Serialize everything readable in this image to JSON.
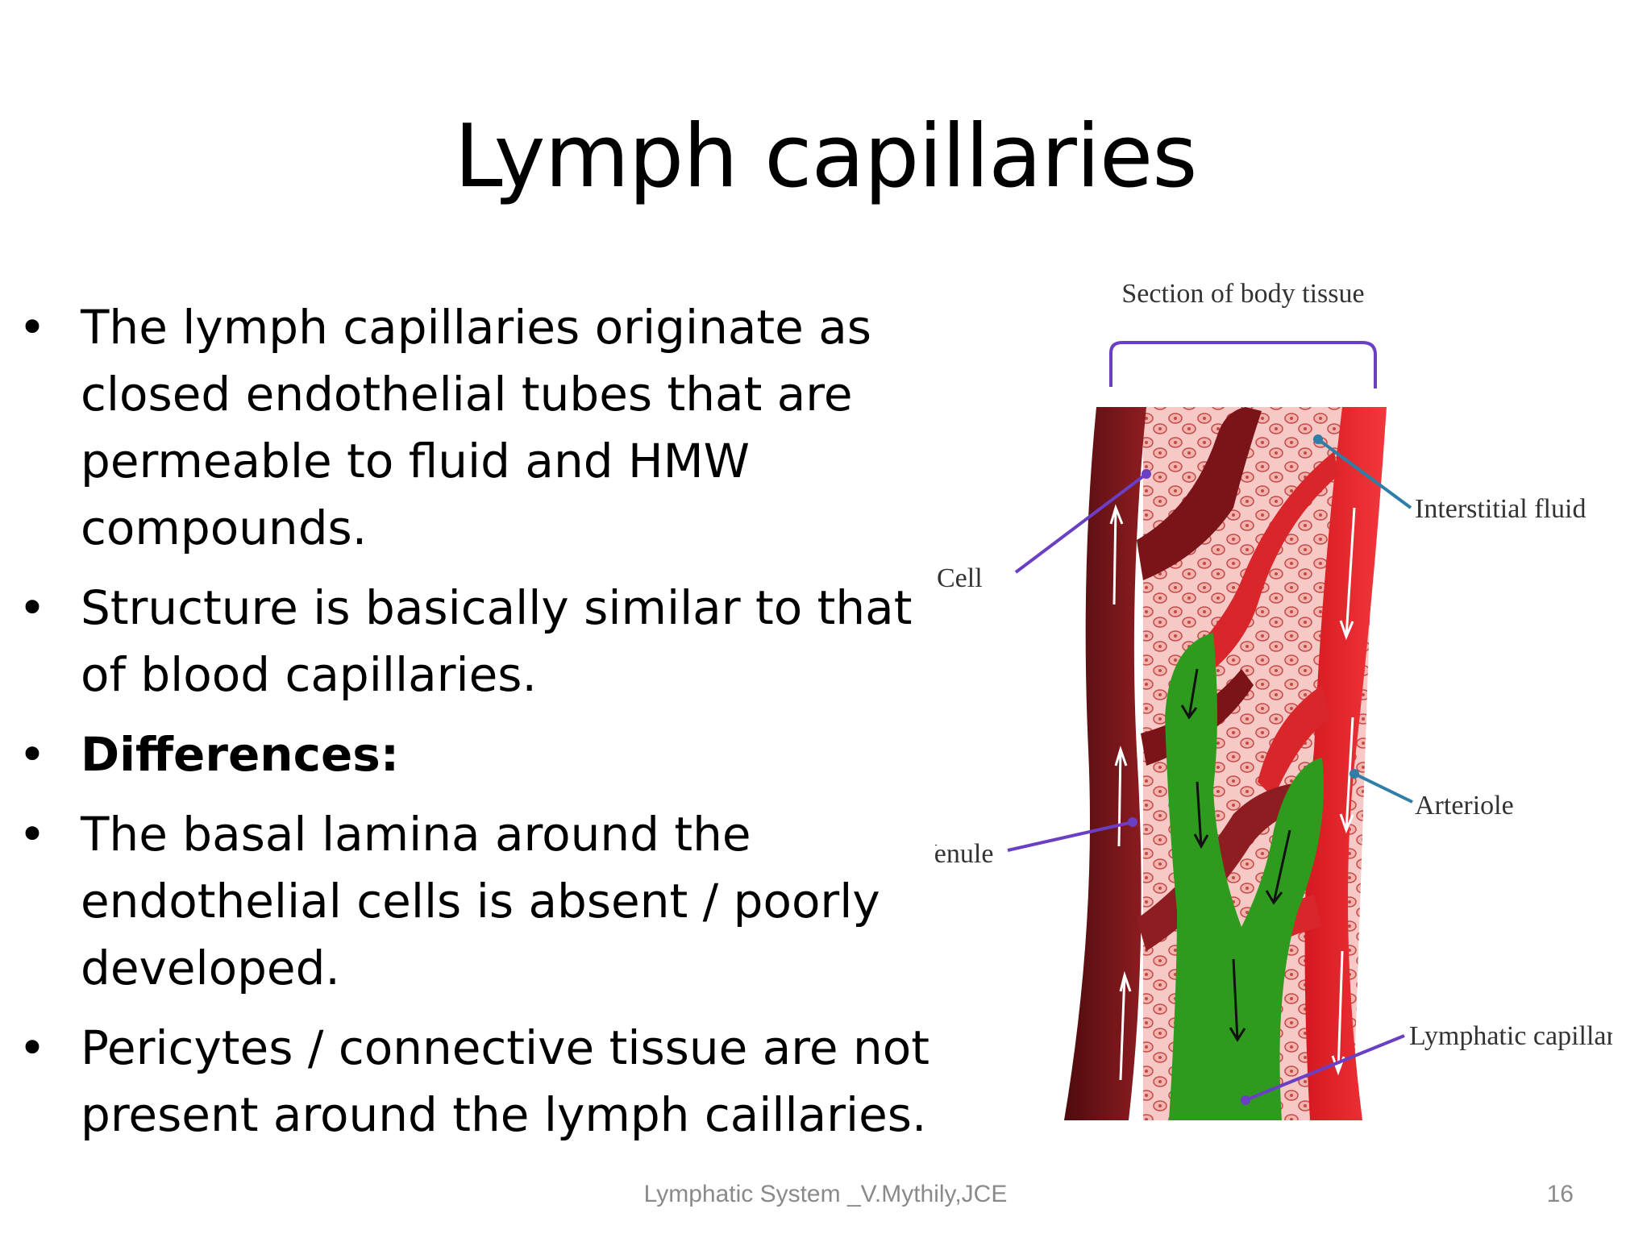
{
  "slide": {
    "title": "Lymph capillaries",
    "bullets": [
      {
        "text": "The lymph capillaries originate as closed endothelial tubes that are permeable to fluid and HMW compounds.",
        "bold": false
      },
      {
        "text": "Structure is basically similar to that of blood capillaries.",
        "bold": false
      },
      {
        "text": "Differences:",
        "bold": true
      },
      {
        "text": "The basal lamina around the endothelial cells is absent / poorly developed.",
        "bold": false
      },
      {
        "text": "Pericytes / connective tissue are not present around the lymph caillaries.",
        "bold": false
      }
    ],
    "bullet_symbol": "•"
  },
  "figure": {
    "labels": {
      "section": "Section of body tissue",
      "interstitial_fluid": "Interstitial fluid",
      "cell": "Cell",
      "arteriole": "Arteriole",
      "venule": "Venule",
      "lymphatic_capillary": "Lymphatic capillary"
    },
    "colors": {
      "venule": "#6b1216",
      "arteriole": "#e5262b",
      "lymphatic": "#2e9b1e",
      "tissue": "#f6c9c6",
      "cell_nucleus": "#c44a47",
      "leader_purple": "#6a3fc4",
      "leader_blue": "#2e7fa8"
    }
  },
  "footer": {
    "text": "Lymphatic System _V.Mythily,JCE",
    "page_number": "16"
  }
}
